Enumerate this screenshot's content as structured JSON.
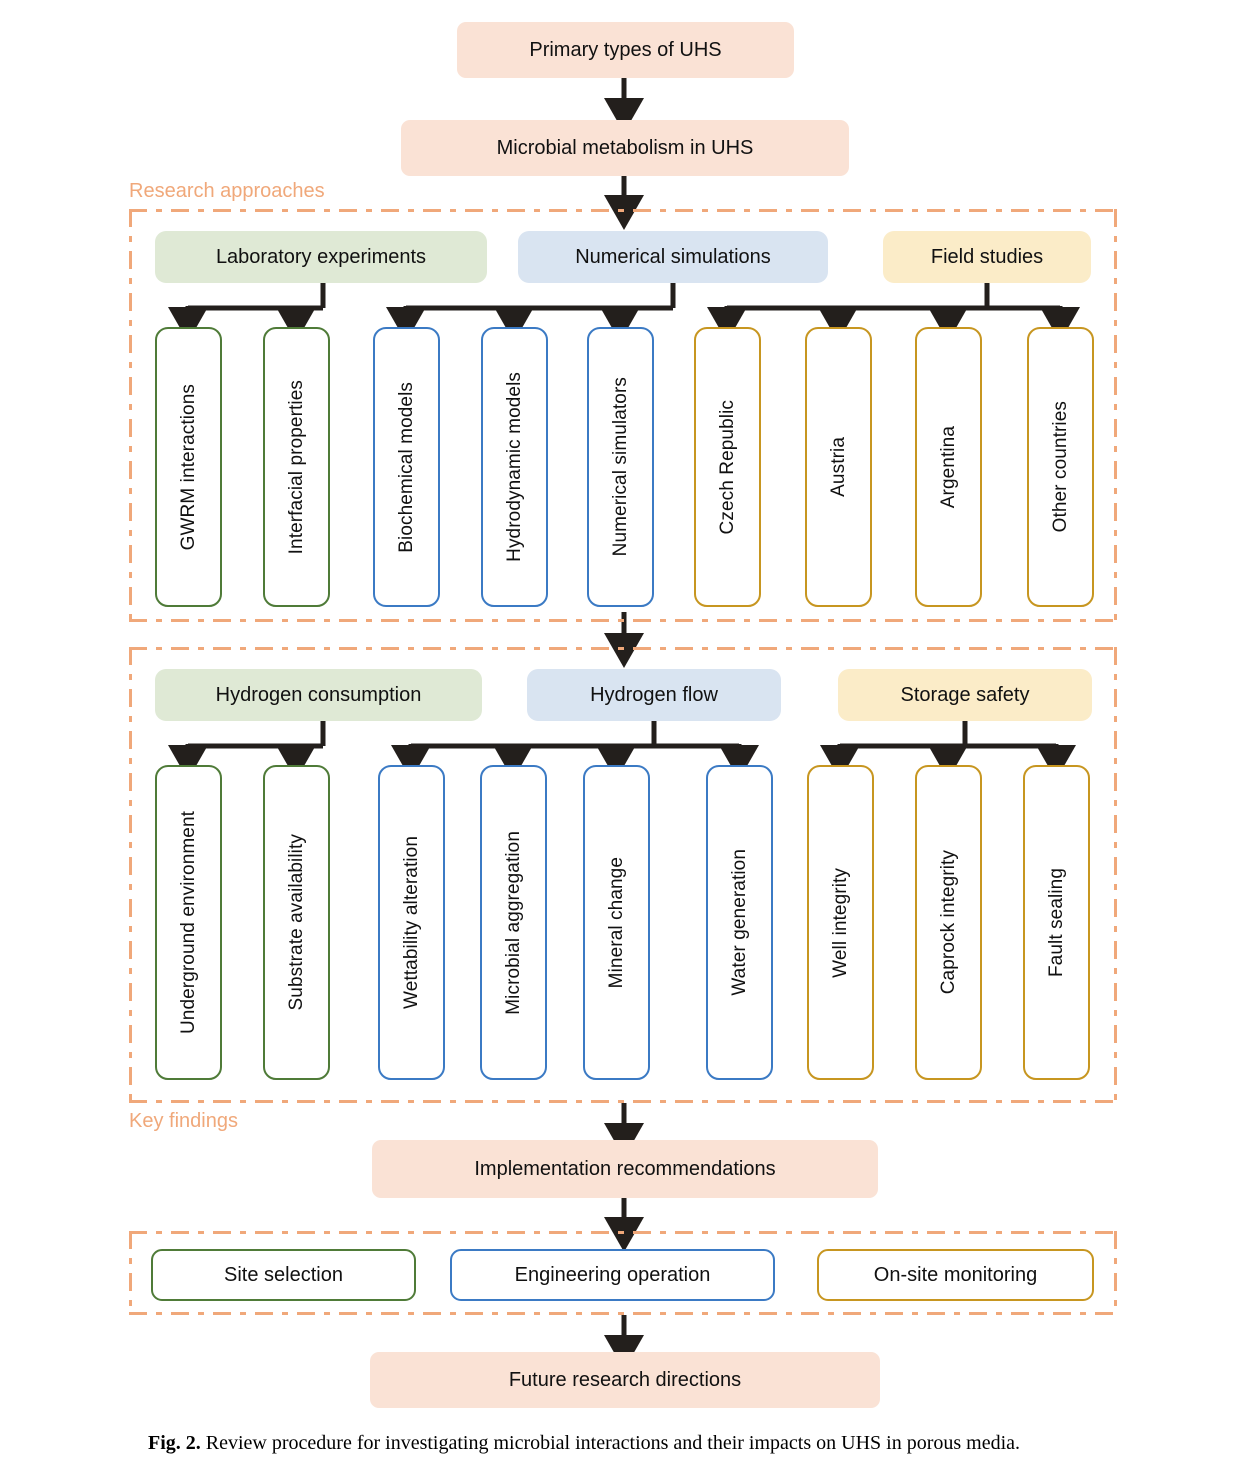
{
  "figure": {
    "caption_label": "Fig. 2.",
    "caption_text": "Review procedure for investigating microbial interactions and their impacts on UHS in porous media."
  },
  "colors": {
    "peach_fill": "#fae2d5",
    "green_fill": "#dfe9d5",
    "blue_fill": "#d9e4f1",
    "yellow_fill": "#fbecc8",
    "green_stroke": "#4f7b38",
    "blue_stroke": "#3b7ac4",
    "yellow_stroke": "#c79620",
    "frame_stroke": "#f0a87a",
    "arrow_stroke": "#231f1c"
  },
  "top": {
    "primary_types": "Primary types of UHS",
    "microbial_metabolism": "Microbial metabolism in UHS"
  },
  "research_approaches": {
    "group_label": "Research approaches",
    "categories": [
      {
        "label": "Laboratory experiments",
        "color": "green"
      },
      {
        "label": "Numerical simulations",
        "color": "blue"
      },
      {
        "label": "Field studies",
        "color": "yellow"
      }
    ],
    "items": [
      {
        "label": "GWRM interactions",
        "color": "green"
      },
      {
        "label": "Interfacial properties",
        "color": "green"
      },
      {
        "label": "Biochemical models",
        "color": "blue"
      },
      {
        "label": "Hydrodynamic models",
        "color": "blue"
      },
      {
        "label": "Numerical simulators",
        "color": "blue"
      },
      {
        "label": "Czech Republic",
        "color": "yellow"
      },
      {
        "label": "Austria",
        "color": "yellow"
      },
      {
        "label": "Argentina",
        "color": "yellow"
      },
      {
        "label": "Other countries",
        "color": "yellow"
      }
    ]
  },
  "key_findings": {
    "group_label": "Key findings",
    "categories": [
      {
        "label": "Hydrogen consumption",
        "color": "green"
      },
      {
        "label": "Hydrogen flow",
        "color": "blue"
      },
      {
        "label": "Storage safety",
        "color": "yellow"
      }
    ],
    "items": [
      {
        "label": "Underground environment",
        "color": "green"
      },
      {
        "label": "Substrate availability",
        "color": "green"
      },
      {
        "label": "Wettability alteration",
        "color": "blue"
      },
      {
        "label": "Microbial aggregation",
        "color": "blue"
      },
      {
        "label": "Mineral change",
        "color": "blue"
      },
      {
        "label": "Water generation",
        "color": "blue"
      },
      {
        "label": "Well integrity",
        "color": "yellow"
      },
      {
        "label": "Caprock integrity",
        "color": "yellow"
      },
      {
        "label": "Fault sealing",
        "color": "yellow"
      }
    ]
  },
  "recommendations": {
    "header": "Implementation recommendations",
    "items": [
      {
        "label": "Site selection",
        "color": "green"
      },
      {
        "label": "Engineering operation",
        "color": "blue"
      },
      {
        "label": "On-site monitoring",
        "color": "yellow"
      }
    ]
  },
  "bottom": {
    "future_research": "Future research directions"
  }
}
